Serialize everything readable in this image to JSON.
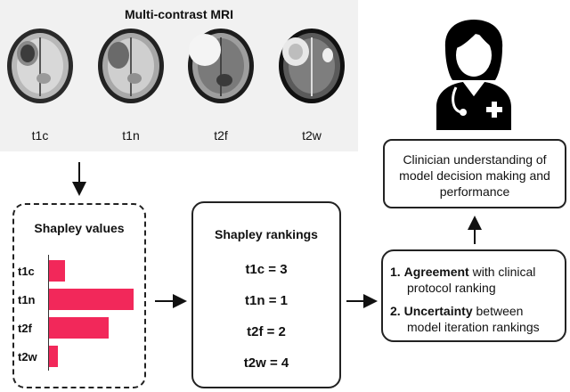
{
  "mri": {
    "title": "Multi-contrast MRI",
    "contrasts": [
      {
        "label": "t1c"
      },
      {
        "label": "t1n"
      },
      {
        "label": "t2f"
      },
      {
        "label": "t2w"
      }
    ]
  },
  "shapley_values": {
    "title": "Shapley values",
    "bars": [
      {
        "label": "t1c",
        "value": 0.19
      },
      {
        "label": "t1n",
        "value": 1.0
      },
      {
        "label": "t2f",
        "value": 0.71
      },
      {
        "label": "t2w",
        "value": 0.1
      }
    ]
  },
  "shapley_rankings": {
    "title": "Shapley rankings",
    "items": [
      "t1c = 3",
      "t1n = 1",
      "t2f = 2",
      "t2w = 4"
    ]
  },
  "outcomes": {
    "item1_number": "1.",
    "item1_bold": "Agreement",
    "item1_rest": " with clinical",
    "item1_line2": "protocol ranking",
    "item2_number": "2.",
    "item2_bold": "Uncertainty",
    "item2_rest": " between",
    "item2_line2": "model iteration rankings"
  },
  "clinician": {
    "lines": [
      "Clinician understanding of",
      "model decision making and",
      "performance"
    ],
    "icon": "doctor-icon"
  },
  "colors": {
    "bar": "#f2285a",
    "panel_bg": "#f1f1f1"
  }
}
